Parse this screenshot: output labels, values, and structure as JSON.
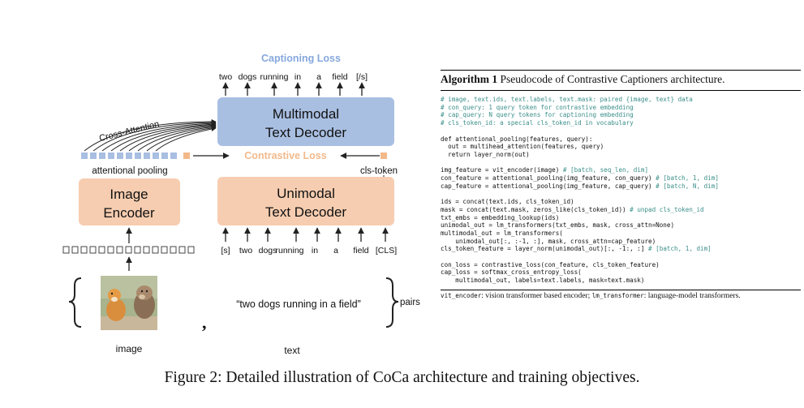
{
  "diagram": {
    "captioning_loss": "Captioning Loss",
    "output_tokens": [
      "two",
      "dogs",
      "running",
      "in",
      "a",
      "field",
      "[/s]"
    ],
    "multimodal_decoder": [
      "Multimodal",
      "Text Decoder"
    ],
    "cross_attention": "Cross-Attention",
    "contrastive_loss": "Contrastive Loss",
    "attentional_pooling": "attentional pooling",
    "cls_token": "cls-token",
    "image_encoder": [
      "Image",
      "Encoder"
    ],
    "unimodal_decoder": [
      "Unimodal",
      "Text Decoder"
    ],
    "input_tokens": [
      "[s]",
      "two",
      "dogs",
      "running",
      "in",
      "a",
      "field",
      "[CLS]"
    ],
    "text_sample": "“two dogs running in a field”",
    "pairs": "pairs",
    "image_label": "image",
    "text_label": "text",
    "comma": ",",
    "colors": {
      "multimodal_box": "#a9bfe2",
      "unimodal_box": "#f6cdb0",
      "captioning_loss": "#86a8de",
      "contrastive_loss": "#f3b98b",
      "query_token": "#a9bfe2",
      "cls_token": "#f3b98b"
    }
  },
  "algorithm": {
    "label": "Algorithm 1",
    "title": "Pseudocode of Contrastive Captioners architecture.",
    "code": [
      {
        "t": "# image, text.ids, text.labels, text.mask: paired {image, text} data",
        "c": true
      },
      {
        "t": "# con_query: 1 query token for contrastive embedding",
        "c": true
      },
      {
        "t": "# cap_query: N query tokens for captioning embedding",
        "c": true
      },
      {
        "t": "# cls_token_id: a special cls_token_id in vocabulary",
        "c": true
      },
      {
        "t": ""
      },
      {
        "t": "def attentional_pooling(features, query):"
      },
      {
        "t": "  out = multihead_attention(features, query)"
      },
      {
        "t": "  return layer_norm(out)"
      },
      {
        "t": ""
      },
      {
        "t": "img_feature = vit_encoder(image) ",
        "cm": "# [batch, seq_len, dim]"
      },
      {
        "t": "con_feature = attentional_pooling(img_feature, con_query) ",
        "cm": "# [batch, 1, dim]"
      },
      {
        "t": "cap_feature = attentional_pooling(img_feature, cap_query) ",
        "cm": "# [batch, N, dim]"
      },
      {
        "t": ""
      },
      {
        "t": "ids = concat(text.ids, cls_token_id)"
      },
      {
        "t": "mask = concat(text.mask, zeros_like(cls_token_id)) ",
        "cm": "# unpad cls_token_id"
      },
      {
        "t": "txt_embs = embedding_lookup(ids)"
      },
      {
        "t": "unimodal_out = lm_transformers(txt_embs, mask, cross_attn=None)"
      },
      {
        "t": "multimodal_out = lm_transformers("
      },
      {
        "t": "    unimodal_out[:, :-1, :], mask, cross_attn=cap_feature)"
      },
      {
        "t": "cls_token_feature = layer_norm(unimodal_out)[:, -1:, :] ",
        "cm": "# [batch, 1, dim]"
      },
      {
        "t": ""
      },
      {
        "t": "con_loss = contrastive_loss(con_feature, cls_token_feature)"
      },
      {
        "t": "cap_loss = softmax_cross_entropy_loss("
      },
      {
        "t": "    multimodal_out, labels=text.labels, mask=text.mask)"
      }
    ],
    "footnote": {
      "t1": "vit_encoder",
      "d1": ": vision transformer based encoder; ",
      "t2": "lm_transformer",
      "d2": ": language-model transformers."
    }
  },
  "caption": "Figure 2: Detailed illustration of CoCa architecture and training objectives."
}
